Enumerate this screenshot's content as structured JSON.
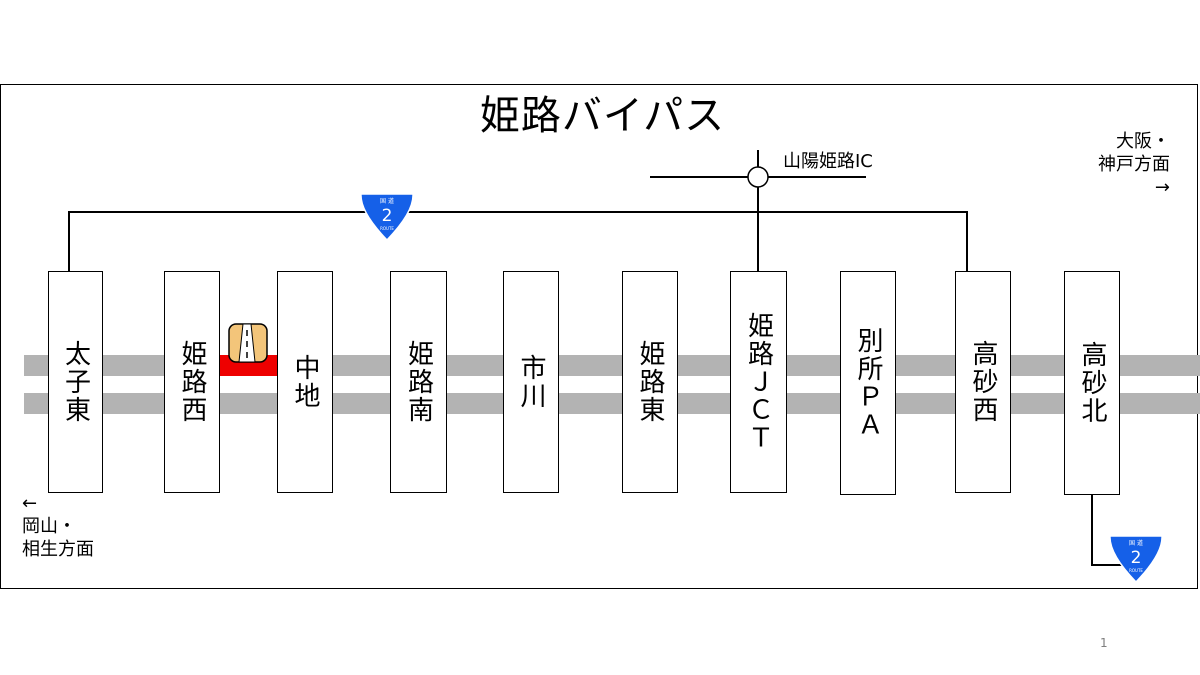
{
  "title": "姫路バイパス",
  "direction_east": {
    "line1": "大阪・",
    "line2": "神戸方面",
    "arrow": "→"
  },
  "direction_west": {
    "arrow": "←",
    "line1": "岡山・",
    "line2": "相生方面"
  },
  "connection_label": "山陽姫路IC",
  "route_shield": {
    "top": "国 道",
    "number": "2",
    "bottom": "ROUTE",
    "color": "#1560e8"
  },
  "stations": [
    {
      "id": "taishi-higashi",
      "name": "太子東"
    },
    {
      "id": "himeji-nishi",
      "name": "姫路西"
    },
    {
      "id": "nakachi",
      "name": "中地"
    },
    {
      "id": "himeji-minami",
      "name": "姫路南"
    },
    {
      "id": "ichikawa",
      "name": "市川"
    },
    {
      "id": "himeji-higashi",
      "name": "姫路東"
    },
    {
      "id": "himeji-jct",
      "name": "姫路ＪＣＴ"
    },
    {
      "id": "bessho-pa",
      "name": "別所ＰＡ"
    },
    {
      "id": "takasago-nishi",
      "name": "高砂西"
    },
    {
      "id": "takasago-kita",
      "name": "高砂北"
    }
  ],
  "colors": {
    "road": "#b3b3b3",
    "highlight": "#ee0000",
    "icon_fill": "#f3c57a"
  },
  "page_number": "1"
}
